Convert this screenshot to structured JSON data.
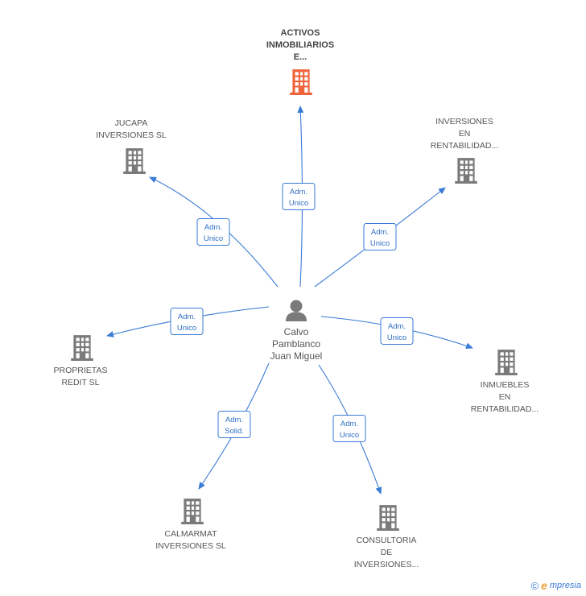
{
  "center": {
    "lines": [
      "Calvo",
      "Pamblanco",
      "Juan Miguel"
    ]
  },
  "colors": {
    "main_company": "#f0643c",
    "company": "#7a7a7a",
    "person": "#7a7a7a",
    "edge": "#3a7bd5"
  },
  "nodes": [
    {
      "id": "activos",
      "lines": [
        "ACTIVOS",
        "INMOBILIARIOS",
        "E..."
      ],
      "main": true,
      "role": [
        "Adm.",
        "Unico"
      ]
    },
    {
      "id": "jucapa",
      "lines": [
        "JUCAPA",
        "INVERSIONES SL"
      ],
      "main": false,
      "role": [
        "Adm.",
        "Unico"
      ]
    },
    {
      "id": "inversiones-rentabilidad",
      "lines": [
        "INVERSIONES",
        "EN",
        "RENTABILIDAD..."
      ],
      "main": false,
      "role": [
        "Adm.",
        "Unico"
      ]
    },
    {
      "id": "proprietas",
      "lines": [
        "PROPRIETAS",
        "REDIT SL"
      ],
      "main": false,
      "role": [
        "Adm.",
        "Unico"
      ]
    },
    {
      "id": "inmuebles",
      "lines": [
        "INMUEBLES",
        "EN",
        "RENTABILIDAD..."
      ],
      "main": false,
      "role": [
        "Adm.",
        "Unico"
      ]
    },
    {
      "id": "calmarmat",
      "lines": [
        "CALMARMAT",
        "INVERSIONES SL"
      ],
      "main": false,
      "role": [
        "Adm.",
        "Solid."
      ]
    },
    {
      "id": "consultoria",
      "lines": [
        "CONSULTORIA",
        "DE",
        "INVERSIONES..."
      ],
      "main": false,
      "role": [
        "Adm.",
        "Unico"
      ]
    }
  ],
  "footer": {
    "copyright": "©",
    "brand_initial": "e",
    "brand_rest": "mpresia"
  }
}
